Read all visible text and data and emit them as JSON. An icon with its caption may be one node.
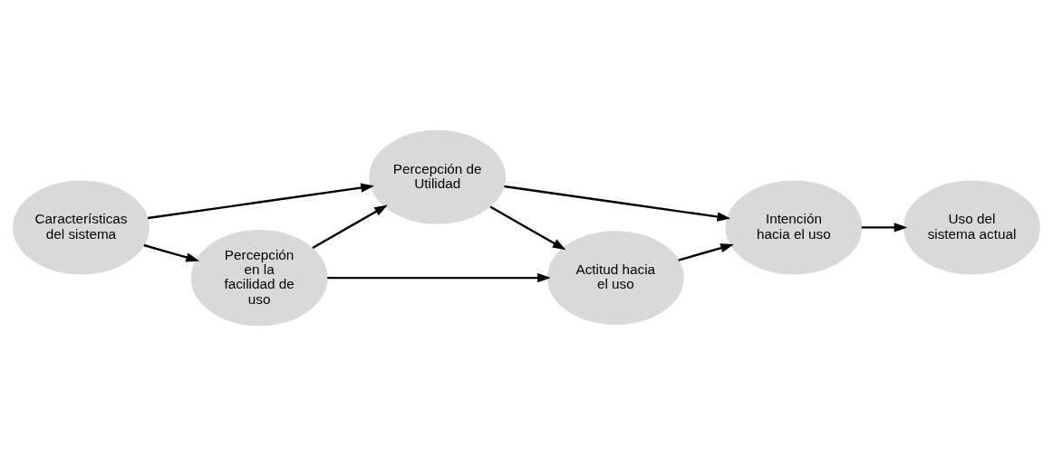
{
  "diagram": {
    "nodes": [
      {
        "text": [
          "Características del sistema"
        ]
      },
      {
        "text": [
          "Percepción de Utilidad"
        ]
      },
      {
        "text": [
          "Percepción en la facilidad de uso"
        ]
      },
      {
        "text": [
          "Actitud hacia el uso"
        ]
      },
      {
        "text": [
          "Intención hacia el uso"
        ]
      },
      {
        "text": [
          "Uso del sistema actual"
        ]
      }
    ],
    "edges": [
      {
        "from": 0,
        "to": 1,
        "arrow": "to"
      },
      {
        "from": 0,
        "to": 2,
        "arrow": "to"
      },
      {
        "from": 2,
        "to": 1,
        "arrow": "to"
      },
      {
        "from": 1,
        "to": 3,
        "arrow": "to"
      },
      {
        "from": 2,
        "to": 3,
        "arrow": "to"
      },
      {
        "from": 1,
        "to": 4,
        "arrow": "to"
      },
      {
        "from": 3,
        "to": 4,
        "arrow": "to"
      },
      {
        "from": 4,
        "to": 5,
        "arrow": "to"
      }
    ]
  }
}
